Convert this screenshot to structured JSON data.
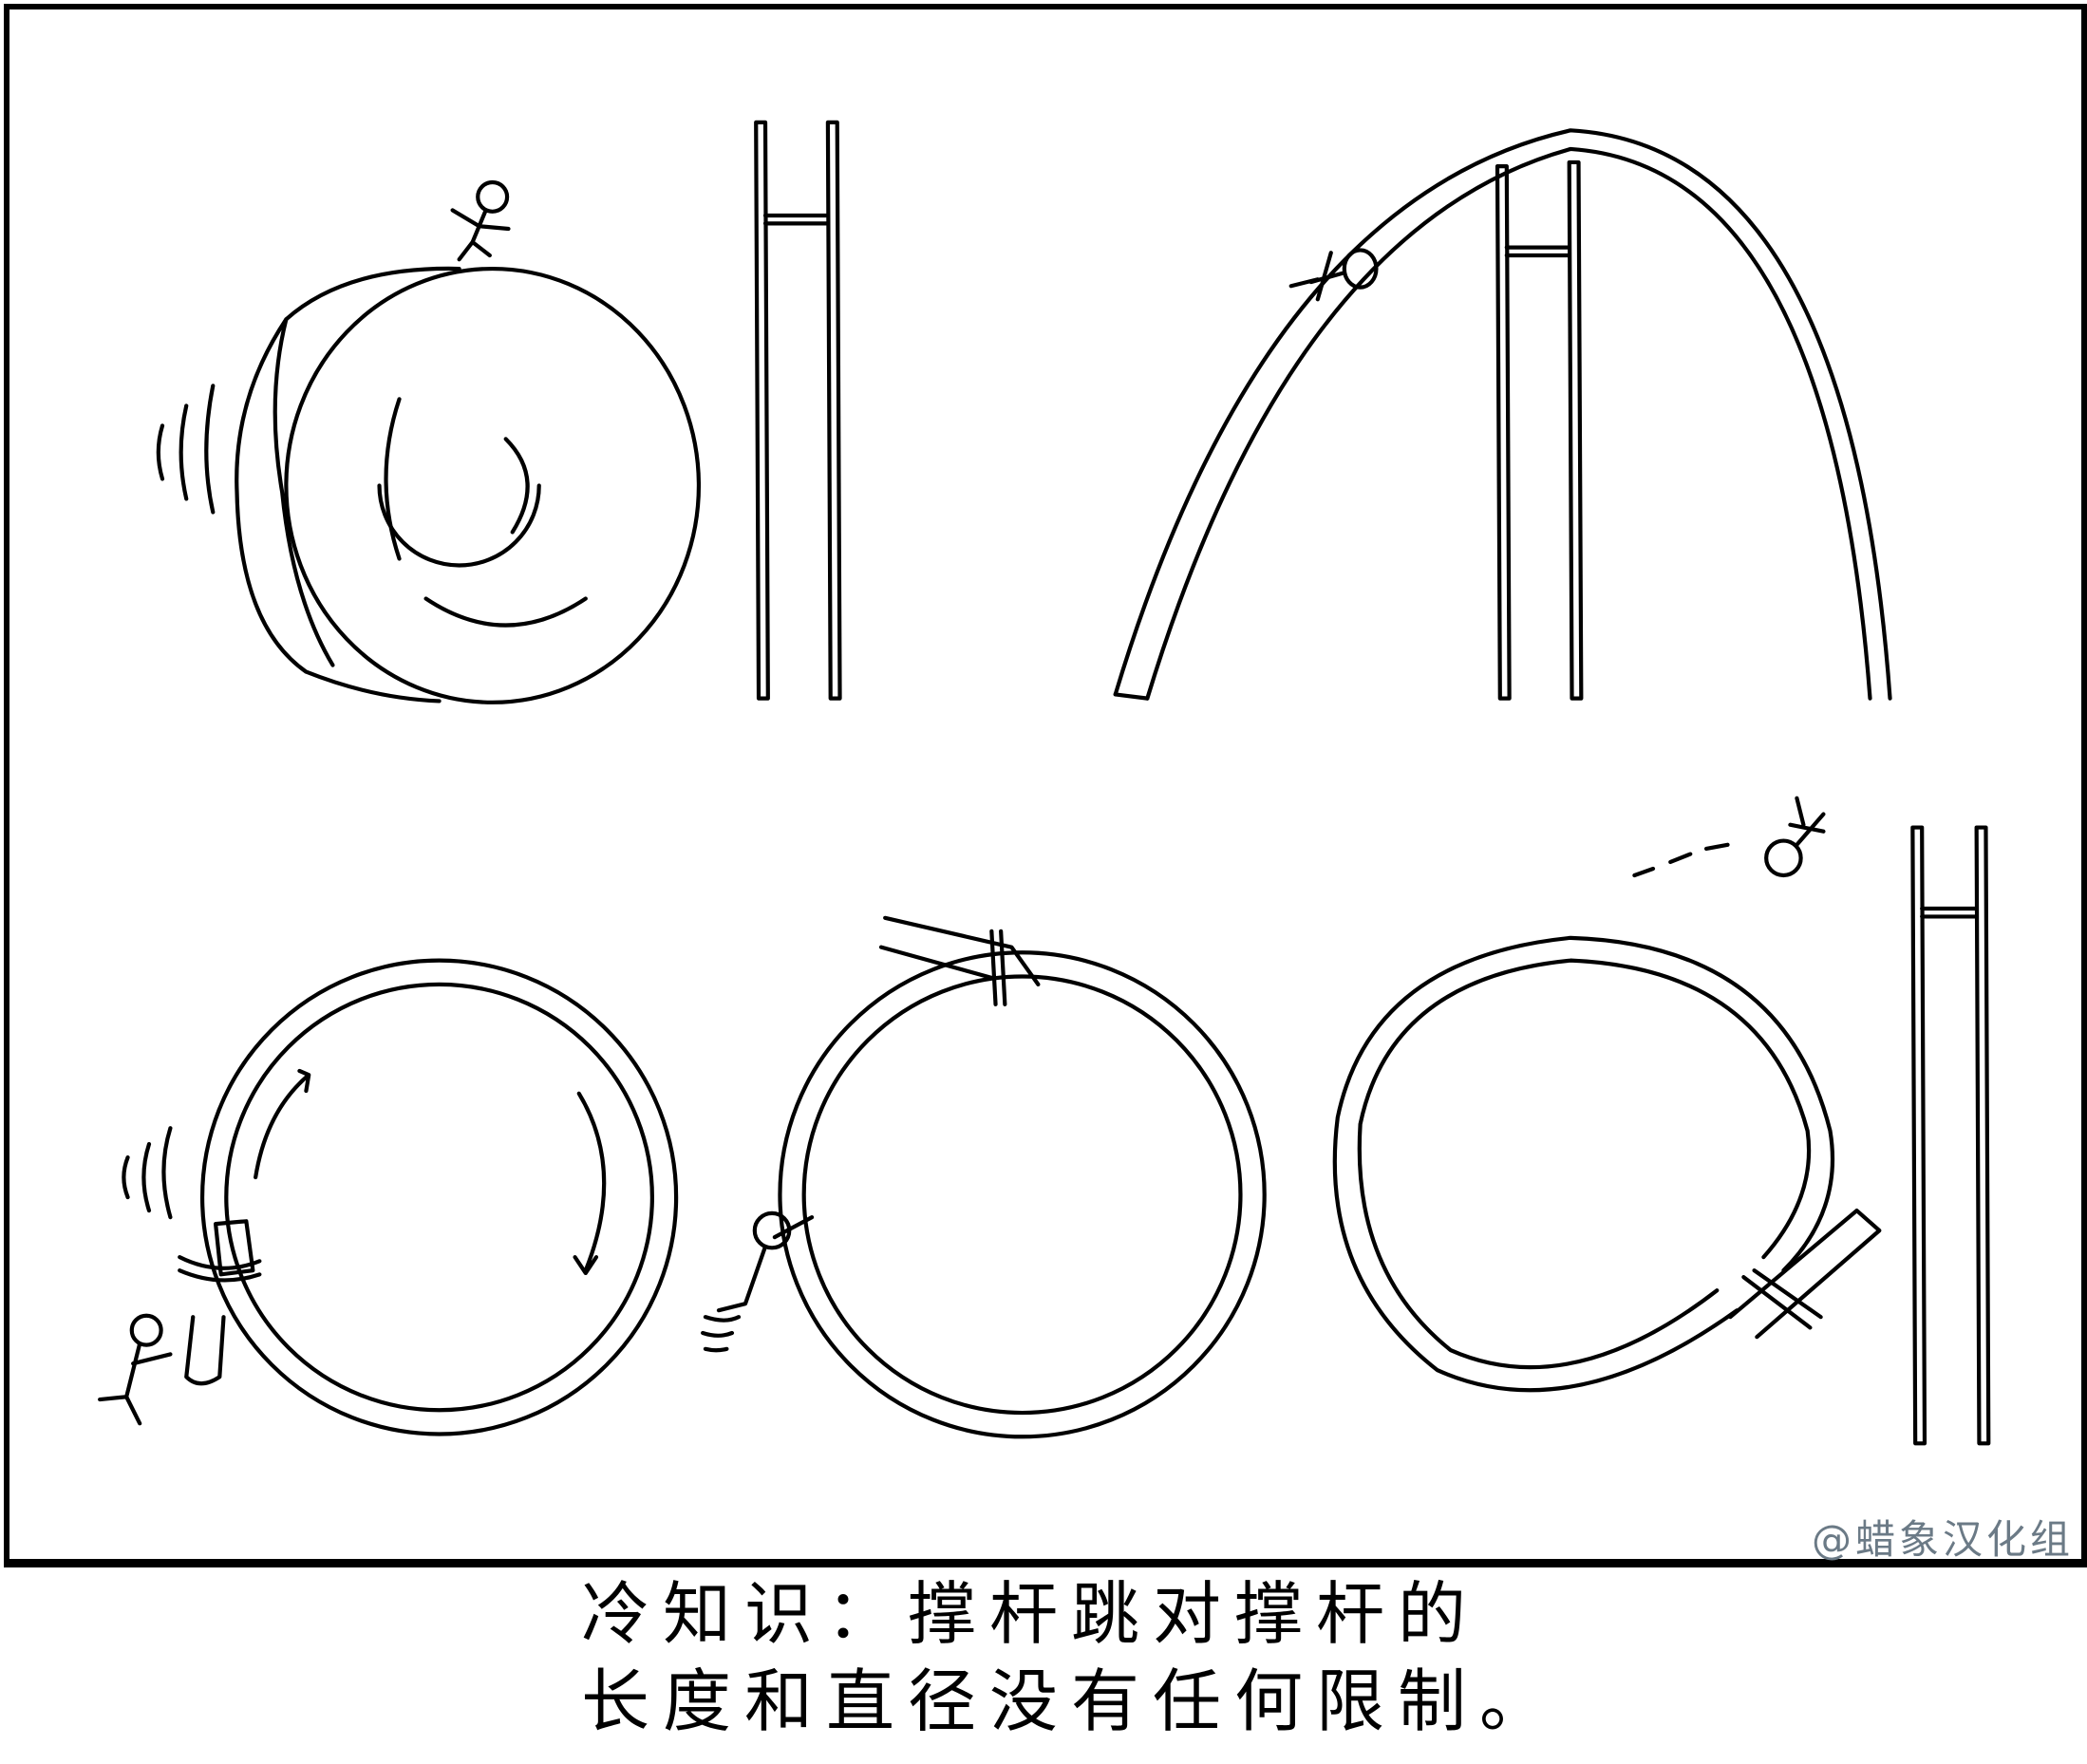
{
  "comic": {
    "panels": [
      "rolling-drum",
      "arched-pole",
      "ring-pole-roll",
      "ring-pole-vault",
      "ring-pole-release"
    ]
  },
  "watermark": "@蜡象汉化组",
  "caption": {
    "line1": "冷知识：撑杆跳对撑杆的",
    "line2": "长度和直径没有任何限制。"
  }
}
